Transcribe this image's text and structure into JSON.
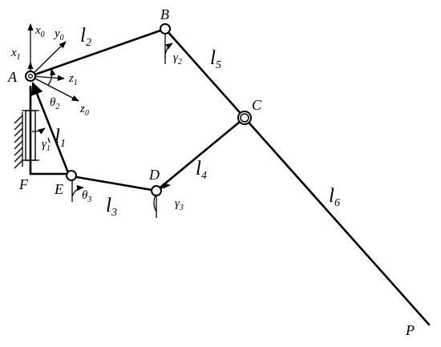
{
  "points": {
    "A": "A",
    "B": "B",
    "C": "C",
    "D": "D",
    "E": "E",
    "F": "F",
    "P": "P"
  },
  "links": {
    "l1": {
      "base": "l",
      "sub": "1"
    },
    "l2": {
      "base": "l",
      "sub": "2"
    },
    "l3": {
      "base": "l",
      "sub": "3"
    },
    "l4": {
      "base": "l",
      "sub": "4"
    },
    "l5": {
      "base": "l",
      "sub": "5"
    },
    "l6": {
      "base": "l",
      "sub": "6"
    }
  },
  "axes": {
    "x0": {
      "base": "x",
      "sub": "0"
    },
    "y0": {
      "base": "y",
      "sub": "0"
    },
    "x1": {
      "base": "x",
      "sub": "1"
    },
    "z1": {
      "base": "z",
      "sub": "1"
    },
    "z0": {
      "base": "z",
      "sub": "0"
    }
  },
  "angles": {
    "theta2": {
      "base": "θ",
      "sub": "2"
    },
    "theta3": {
      "base": "θ",
      "sub": "3"
    },
    "gamma1": {
      "base": "γ",
      "sub": "1"
    },
    "gamma2": {
      "base": "γ",
      "sub": "2"
    },
    "gamma3": {
      "base": "γ",
      "sub": "3"
    }
  }
}
